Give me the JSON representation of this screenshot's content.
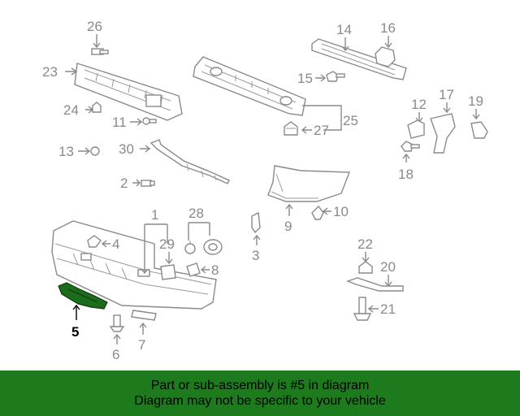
{
  "diagram": {
    "highlight_color": "#1d6b1d",
    "callouts": [
      {
        "id": "26",
        "label": "26"
      },
      {
        "id": "23",
        "label": "23"
      },
      {
        "id": "24",
        "label": "24"
      },
      {
        "id": "11",
        "label": "11"
      },
      {
        "id": "13",
        "label": "13"
      },
      {
        "id": "30",
        "label": "30"
      },
      {
        "id": "2",
        "label": "2"
      },
      {
        "id": "14",
        "label": "14"
      },
      {
        "id": "16",
        "label": "16"
      },
      {
        "id": "15",
        "label": "15"
      },
      {
        "id": "25",
        "label": "25"
      },
      {
        "id": "27",
        "label": "27"
      },
      {
        "id": "12",
        "label": "12"
      },
      {
        "id": "17",
        "label": "17"
      },
      {
        "id": "19",
        "label": "19"
      },
      {
        "id": "18",
        "label": "18"
      },
      {
        "id": "10",
        "label": "10"
      },
      {
        "id": "9",
        "label": "9"
      },
      {
        "id": "3",
        "label": "3"
      },
      {
        "id": "1",
        "label": "1"
      },
      {
        "id": "28",
        "label": "28"
      },
      {
        "id": "29",
        "label": "29"
      },
      {
        "id": "4",
        "label": "4"
      },
      {
        "id": "8",
        "label": "8"
      },
      {
        "id": "22",
        "label": "22"
      },
      {
        "id": "20",
        "label": "20"
      },
      {
        "id": "21",
        "label": "21"
      },
      {
        "id": "5",
        "label": "5",
        "highlighted": true
      },
      {
        "id": "6",
        "label": "6"
      },
      {
        "id": "7",
        "label": "7"
      }
    ]
  },
  "banner": {
    "line1": "Part or sub-assembly is #5 in diagram",
    "line2": "Diagram may not be specific to your vehicle",
    "background": "#1d7a1d"
  }
}
